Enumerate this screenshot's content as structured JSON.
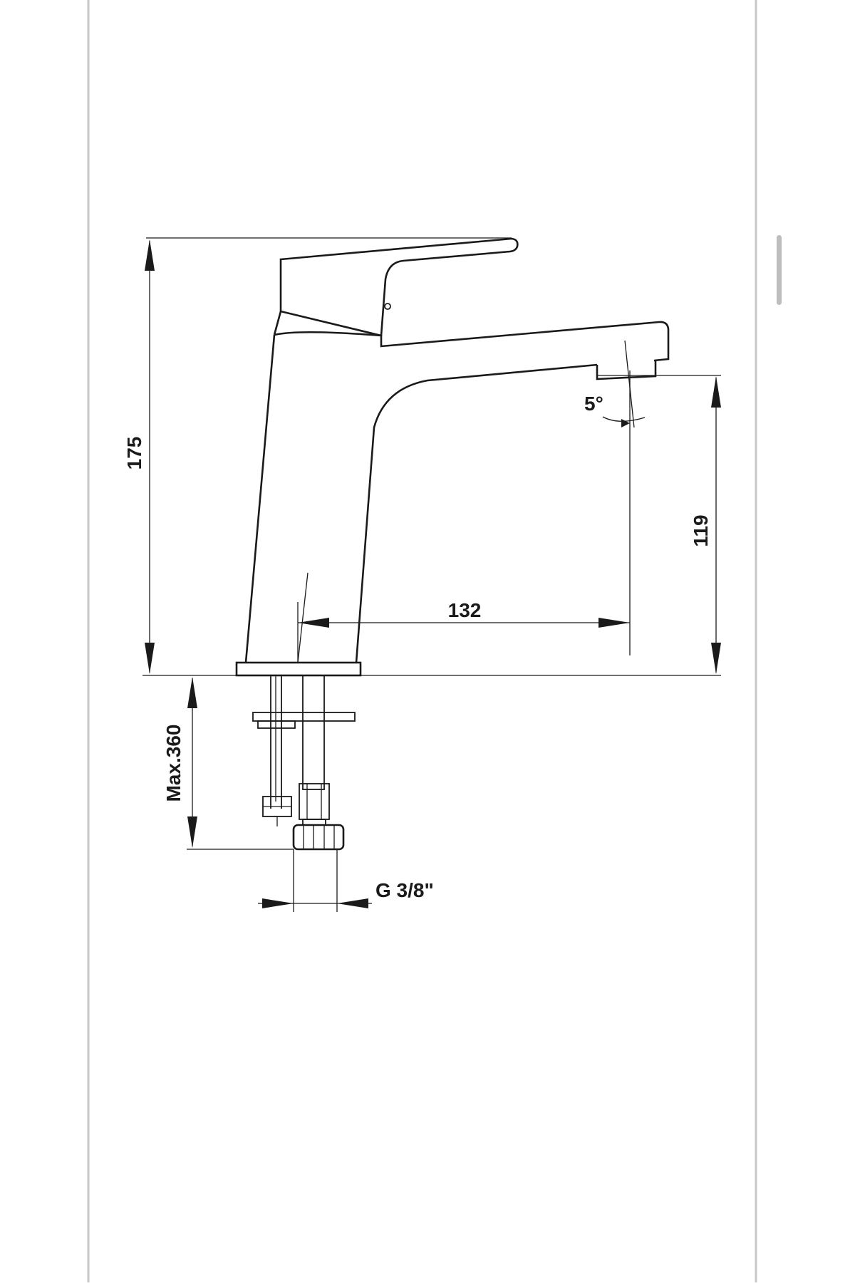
{
  "drawing": {
    "dimensions": {
      "height_total": "175",
      "spout_height": "119",
      "spout_reach": "132",
      "hose_length": "Max.360",
      "connection": "G 3/8\"",
      "angle": "5°"
    }
  }
}
